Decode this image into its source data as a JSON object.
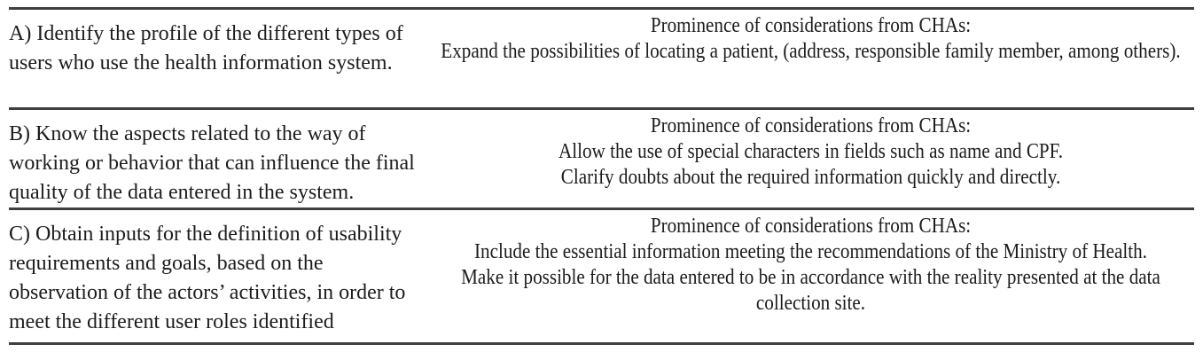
{
  "table": {
    "colors": {
      "rule": "#3e3e3e",
      "text": "#1c1c1c",
      "background": "#ffffff"
    },
    "rows": [
      {
        "objective": "A) Identify the profile of the different types of users who use the health information system.",
        "considerations_header": "Prominence of considerations from CHAs:",
        "considerations": [
          "Expand the possibilities of locating a patient, (address, responsible family member, among others)."
        ]
      },
      {
        "objective": "B) Know the aspects related to the way of working or behavior that can influence the final quality of the data entered in the system.",
        "considerations_header": "Prominence of considerations from CHAs:",
        "considerations": [
          "Allow the use of special characters in fields such as name and CPF.",
          "Clarify doubts about the required information quickly and directly."
        ]
      },
      {
        "objective": "C) Obtain inputs for the definition of usability requirements and goals, based on the observation of the actors’ activities, in order to meet the different user roles identified",
        "considerations_header": "Prominence of considerations from CHAs:",
        "considerations": [
          "Include the essential information meeting the recommendations of the Ministry of Health.",
          "Make it possible for the data entered to be in accordance with the reality presented at the data collection site."
        ]
      }
    ]
  }
}
